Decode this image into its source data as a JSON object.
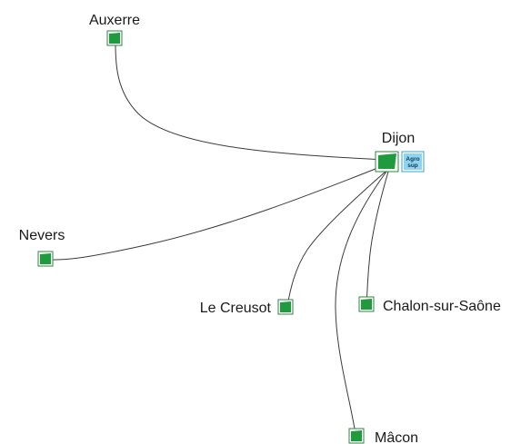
{
  "colors": {
    "node_fill": "#1f9a3f",
    "node_border": "#2a8a3c",
    "edge": "#3a3a3a",
    "badge_border": "#2fa5d4",
    "badge_fill": "#8fd3ee"
  },
  "hub": {
    "label": "Dijon",
    "icon": "site-square-icon",
    "badge": {
      "line1": "Agro",
      "line2": "sup",
      "icon": "agrosup-logo-icon"
    }
  },
  "sites": [
    {
      "id": "auxerre",
      "label": "Auxerre"
    },
    {
      "id": "nevers",
      "label": "Nevers"
    },
    {
      "id": "lecreusot",
      "label": "Le Creusot"
    },
    {
      "id": "chalon",
      "label": "Chalon-sur-Saône"
    },
    {
      "id": "macon",
      "label": "Mâcon"
    }
  ],
  "links": [
    {
      "from": "dijon",
      "to": "auxerre"
    },
    {
      "from": "dijon",
      "to": "nevers"
    },
    {
      "from": "dijon",
      "to": "lecreusot"
    },
    {
      "from": "dijon",
      "to": "chalon"
    },
    {
      "from": "dijon",
      "to": "macon"
    }
  ]
}
